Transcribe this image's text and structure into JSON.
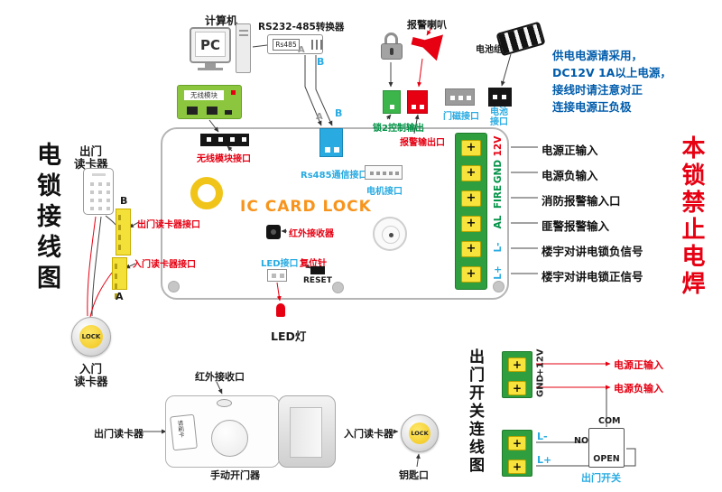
{
  "titles": {
    "left": "电锁接线图",
    "right": "本锁禁止电焊",
    "board": "IC CARD LOCK",
    "switch_diagram": "出门开关连线图"
  },
  "symbols": {
    "plus": "+",
    "lock": "LOCK"
  },
  "bus": {
    "a": "A",
    "b": "B"
  },
  "top": {
    "computer": "计算机",
    "pc": "PC",
    "converter": "RS232-485转换器",
    "rs485": "Rs485",
    "alarm": "报警喇叭",
    "battery": "电池组",
    "notice1": "供电电源请采用，",
    "notice2": "DC12V 1A以上电源，",
    "notice3": "接线时请注意对正",
    "notice4": "连接电源正负极"
  },
  "board": {
    "wireless_module": "无线模块",
    "wireless_port": "无线模块接口",
    "rs485_port": "Rs485通信接口",
    "motor_port": "电机接口",
    "lock2_output": "锁2控制输出",
    "alarm_output": "报警输出口",
    "door_sensor_port": "门磁接口",
    "battery_port": "电池接口",
    "exit_reader_port": "出门读卡器接口",
    "entry_reader_port": "入门读卡器接口",
    "ir_receiver": "红外接收器",
    "led_port": "LED接口",
    "reset_pin": "复位针",
    "reset": "RESET",
    "led_lamp": "LED灯",
    "terminals": [
      {
        "label": "12V",
        "color": "#e60012",
        "desc": "电源正输入"
      },
      {
        "label": "GND",
        "color": "#009245",
        "desc": "电源负输入"
      },
      {
        "label": "FIRE",
        "color": "#009245",
        "desc": "消防报警输入口"
      },
      {
        "label": "AL",
        "color": "#009245",
        "desc": "匪警报警输入"
      },
      {
        "label": "L-",
        "color": "#29abe2",
        "desc": "楼宇对讲电锁负信号"
      },
      {
        "label": "L+",
        "color": "#29abe2",
        "desc": "楼宇对讲电锁正信号"
      }
    ]
  },
  "left_side": {
    "exit_reader_l1": "出门",
    "exit_reader_l2": "读卡器",
    "entry_reader_l1": "入门",
    "entry_reader_l2": "读卡器"
  },
  "lock_unit": {
    "ir_window": "红外接收口",
    "manual_opener": "手动开门器",
    "exit_reader": "出门读卡器",
    "entry_reader": "入门读卡器",
    "key_hole": "钥匙口",
    "swipe_card": "请刷卡"
  },
  "switch_panel": {
    "v12": "+12V",
    "gnd": "GND",
    "lminus": "L-",
    "lplus": "L+",
    "power_pos": "电源正输入",
    "power_neg": "电源负输入",
    "com": "COM",
    "no": "NO",
    "open": "OPEN",
    "exit_switch": "出门开关"
  },
  "colors": {
    "red": "#e60012",
    "blue": "#29abe2",
    "green_text": "#009245",
    "orange": "#f7941d",
    "block_green": "#2e9e3e",
    "terminal_yellow": "#f7e33c"
  }
}
